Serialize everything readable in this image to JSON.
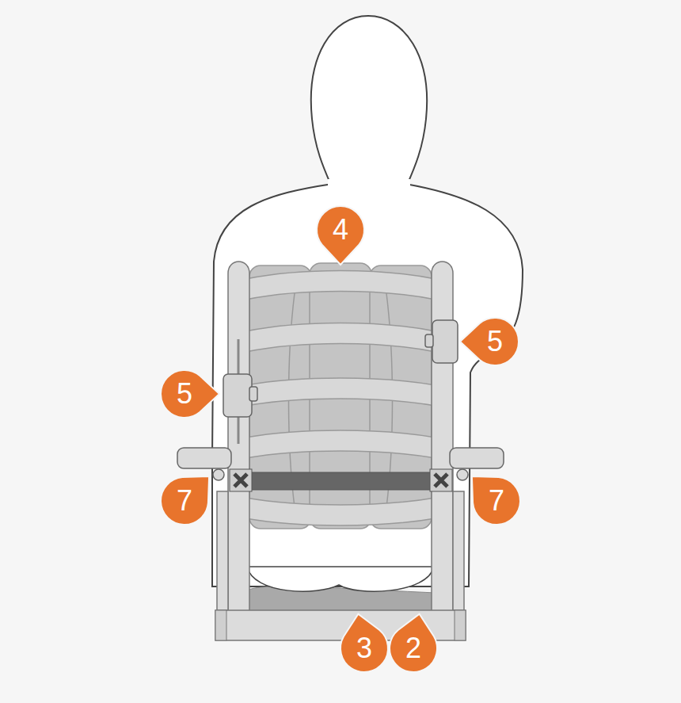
{
  "diagram": {
    "labels": [
      "4",
      "5",
      "5",
      "7",
      "7",
      "3",
      "2"
    ]
  }
}
